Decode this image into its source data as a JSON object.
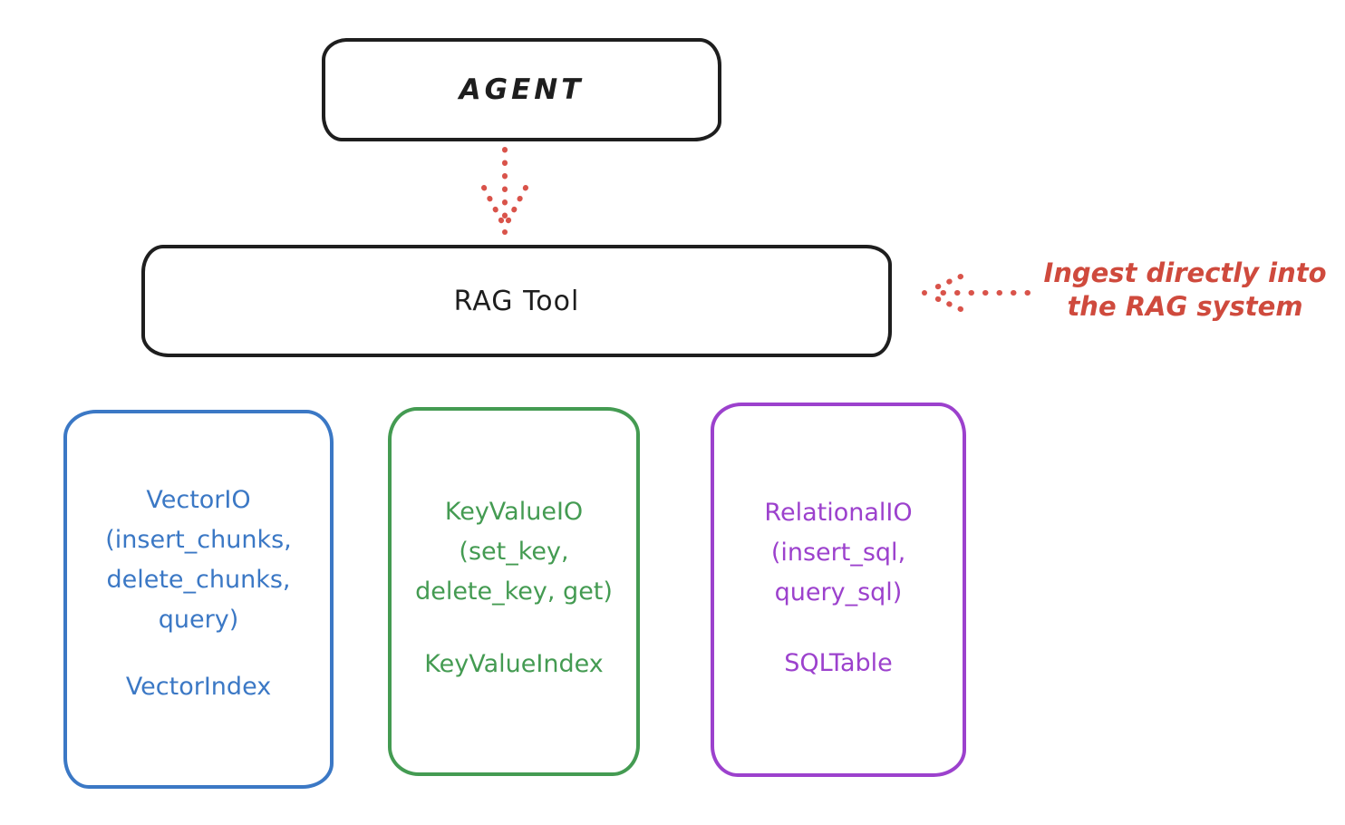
{
  "diagram": {
    "agent": {
      "label": "AGENT"
    },
    "rag_tool": {
      "label": "RAG Tool"
    },
    "annotation": {
      "line1": "Ingest directly into",
      "line2": "the RAG system"
    },
    "storage_boxes": [
      {
        "name": "vector-io",
        "color": "#3b78c5",
        "lines": [
          "VectorIO",
          "(insert_chunks,",
          "delete_chunks,",
          "query)"
        ],
        "index": "VectorIndex"
      },
      {
        "name": "keyvalue-io",
        "color": "#449b52",
        "lines": [
          "KeyValueIO",
          "(set_key,",
          "delete_key, get)"
        ],
        "index": "KeyValueIndex"
      },
      {
        "name": "relational-io",
        "color": "#9c41cd",
        "lines": [
          "RelationalIO",
          "(insert_sql,",
          "query_sql)"
        ],
        "index": "SQLTable"
      }
    ],
    "colors": {
      "ink": "#1e1e1e",
      "red": "#cf4a3d",
      "blue": "#3b78c5",
      "green": "#449b52",
      "purple": "#9c41cd"
    }
  }
}
